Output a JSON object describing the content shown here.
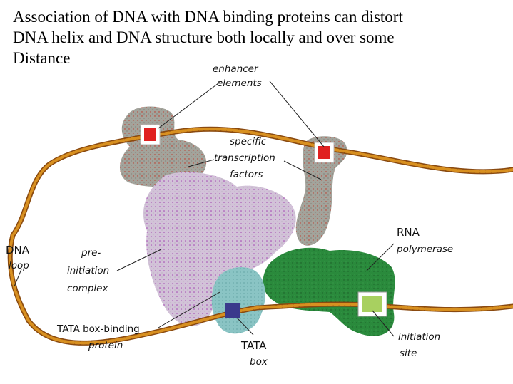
{
  "title": {
    "line1": "Association of DNA with DNA binding proteins can distort",
    "line2": "DNA helix and DNA structure both locally and over some",
    "line3": "Distance"
  },
  "labels": {
    "enhancer_line1": "enhancer",
    "enhancer_line2": "elements",
    "specific_line1": "specific",
    "specific_line2": "transcription",
    "specific_line3": "factors",
    "rna_line1": "RNA",
    "rna_line2": "polymerase",
    "dna_line1": "DNA",
    "dna_line2": "loop",
    "pre_line1": "pre-",
    "pre_line2": "initiation",
    "pre_line3": "complex",
    "tbp_line1": "TATA box-binding",
    "tbp_line2": "protein",
    "tata_line1": "TATA",
    "tata_line2": "box",
    "init_line1": "initiation",
    "init_line2": "site"
  },
  "colors": {
    "dna_helix": "#d89020",
    "dna_helix_dark": "#8a4a10",
    "gray_protein": "#a3a39b",
    "pink_specks": "#c03020",
    "pre_initiation_complex": "#d2c2d8",
    "purple_specks": "#a040b0",
    "rna_polymerase": "#2a8a3c",
    "tbp": "#8ac4c4",
    "enhancer_box": "#e02020",
    "tata_box": "#3a3a8c",
    "initiation_site": "#a8d060"
  }
}
